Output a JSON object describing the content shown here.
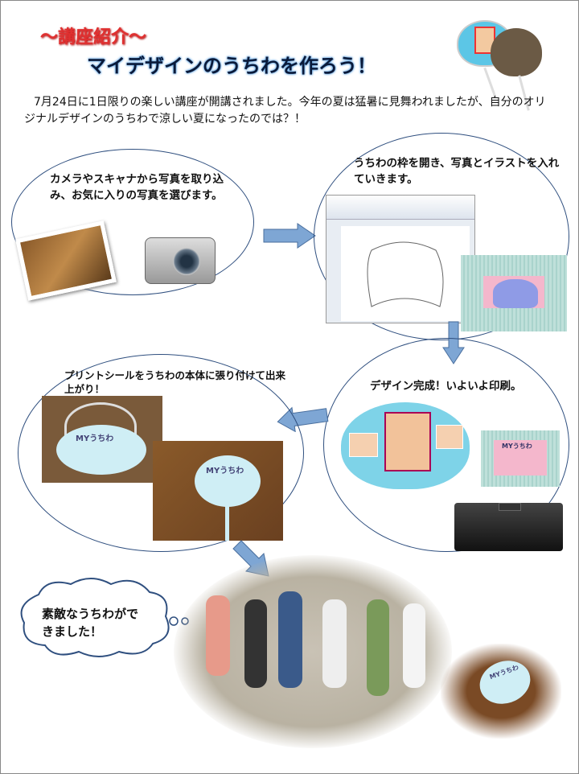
{
  "header": {
    "section_title": "～講座紹介～",
    "main_title": "マイデザインのうちわを作ろう！"
  },
  "intro": "7月24日に1日限りの楽しい講座が開講されました。今年の夏は猛暑に見舞われましたが、自分のオリジナルデザインのうちわで涼しい夏になったのでは？！",
  "steps": [
    {
      "text": "カメラやスキャナから写真を取り込み、お気に入りの写真を選びます。"
    },
    {
      "text": "うちわの枠を開き、写真とイラストを入れていきます。"
    },
    {
      "text": "デザイン完成！いよいよ印刷。"
    },
    {
      "text": "プリントシールをうちわの本体に張り付けて出来上がり！"
    }
  ],
  "cloud": "素敵なうちわができました！",
  "uchiwa_label": "MYうちわ",
  "colors": {
    "accent_red": "#e03030",
    "arrow_blue": "#7ea6d4",
    "bubble_border": "#2f4f7f"
  }
}
